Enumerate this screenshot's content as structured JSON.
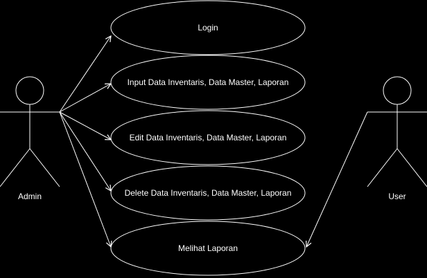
{
  "actors": {
    "admin": {
      "label": "Admin"
    },
    "user": {
      "label": "User"
    }
  },
  "use_cases": {
    "login": "Login",
    "input": "Input Data Inventaris, Data Master, Laporan",
    "edit": "Edit Data Inventaris, Data Master, Laporan",
    "delete": "Delete Data Inventaris, Data Master, Laporan",
    "view_report": "Melihat Laporan"
  },
  "colors": {
    "background": "#000000",
    "stroke": "#ffffff",
    "text": "#ffffff"
  }
}
